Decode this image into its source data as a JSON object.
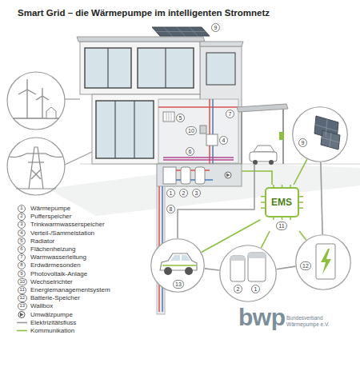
{
  "diagram": {
    "title": "Smart Grid – die Wärmepumpe im intelligenten Stromnetz",
    "nodes": [
      {
        "text": [
          "9"
        ]
      },
      {
        "text": [
          "EMS",
          "11"
        ]
      },
      {
        "text": [
          "13"
        ]
      },
      {
        "text": [
          "2",
          "1"
        ]
      },
      {
        "text": [
          "12"
        ]
      }
    ],
    "edges": [
      {
        "from": 1,
        "to": 0,
        "arrow": "none"
      },
      {
        "from": 1,
        "to": 2,
        "arrow": "none"
      },
      {
        "from": 1,
        "to": 3,
        "arrow": "none"
      },
      {
        "from": 1,
        "to": 4,
        "arrow": "none"
      },
      {
        "from": 2,
        "to": 3,
        "arrow": "none"
      },
      {
        "from": 3,
        "to": 4,
        "arrow": "none"
      },
      {
        "from": 0,
        "to": 4,
        "arrow": "none"
      }
    ],
    "labels": [
      "1",
      "2",
      "3",
      "4",
      "5",
      "6",
      "7",
      "8",
      "9",
      "10",
      "11",
      "12",
      "13",
      "9",
      "7",
      "6",
      "10",
      "5",
      "4",
      "3",
      "2",
      "1",
      "8",
      "bwp",
      "Bundesverband Wärmepumpe e.V."
    ],
    "legend": [
      {
        "text": "Wärmepumpe"
      },
      {
        "text": "Pufferspeicher"
      },
      {
        "text": "Trinkwarmwasserspeicher"
      },
      {
        "text": "Verteil-/Sammelstation"
      },
      {
        "text": "Radiator"
      },
      {
        "text": "Flächenheizung"
      },
      {
        "text": "Warmwasserleitung"
      },
      {
        "text": "Erdwärmesonden"
      },
      {
        "text": "Photovoltaik-Anlage"
      },
      {
        "text": "Wechselrichter"
      },
      {
        "text": "Energiemanagementsystem"
      },
      {
        "text": "Batterie-Speicher"
      },
      {
        "text": "Wallbox"
      },
      {
        "text": "Umwälzpumpe"
      },
      {
        "text": "Elektrizitätsfluss"
      },
      {
        "text": "Kommunikation"
      }
    ]
  }
}
